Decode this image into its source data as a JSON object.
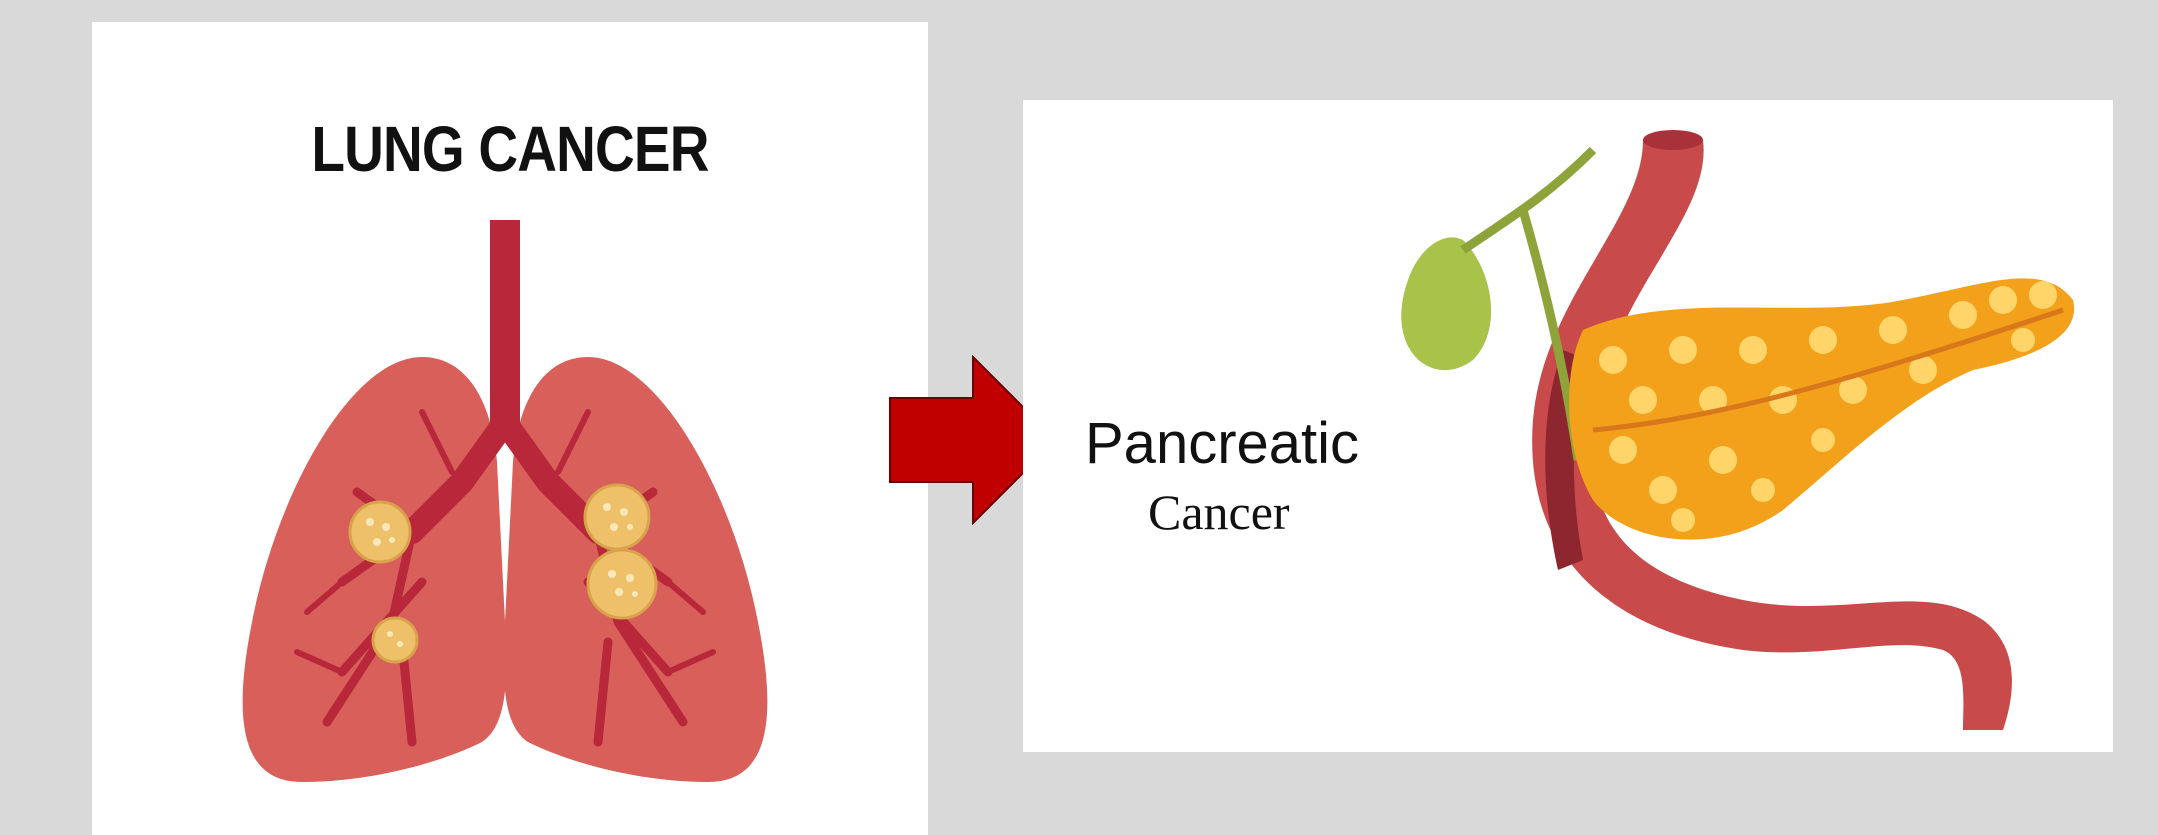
{
  "left_panel": {
    "title": "LUNG CANCER"
  },
  "right_panel": {
    "title_line1": "Pancreatic",
    "title_line2": "Cancer"
  },
  "colors": {
    "background": "#d9d9d9",
    "lung": "#d9605a",
    "bronchi": "#b8273a",
    "tumor": "#efc06a",
    "arrow": "#c00000",
    "duodenum": "#c94a4a",
    "pancreas": "#f3a01a",
    "gallbladder": "#a8c24a"
  },
  "icons": [
    "lungs-illustration",
    "red-arrow",
    "pancreas-illustration"
  ]
}
